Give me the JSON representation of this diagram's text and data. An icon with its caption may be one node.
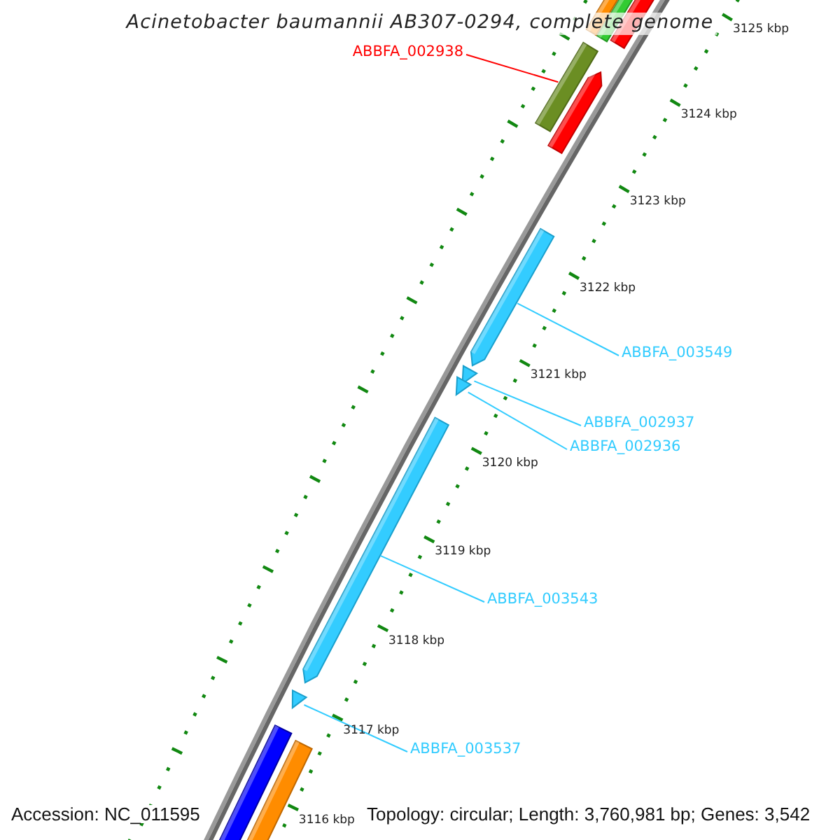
{
  "diagram": {
    "title": "Acinetobacter baumannii AB307-0294, complete genome",
    "nodes": [
      {
        "text": [
          "ABBFA_002938"
        ]
      },
      {
        "text": [],
        "shape": "bar"
      },
      {
        "text": [
          "ABBFA_003549"
        ]
      },
      {
        "text": [],
        "shape": "bar"
      },
      {
        "text": [
          "ABBFA_002937"
        ]
      },
      {
        "text": [],
        "shape": "bar"
      },
      {
        "text": [
          "ABBFA_002936"
        ]
      },
      {
        "text": [],
        "shape": "bar"
      },
      {
        "text": [
          "ABBFA_003543"
        ]
      },
      {
        "text": [],
        "shape": "bar"
      },
      {
        "text": [
          "ABBFA_003537"
        ]
      },
      {
        "text": [],
        "shape": "bar"
      }
    ],
    "edges": [
      {
        "from": 0,
        "to": 1,
        "arrow": "none",
        "color": "#ff0000"
      },
      {
        "from": 2,
        "to": 3,
        "arrow": "none"
      },
      {
        "from": 4,
        "to": 5,
        "arrow": "none"
      },
      {
        "from": 6,
        "to": 7,
        "arrow": "none"
      },
      {
        "from": 8,
        "to": 9,
        "arrow": "none"
      },
      {
        "from": 10,
        "to": 11,
        "arrow": "none"
      }
    ],
    "labels": [
      "3125 kbp",
      "3124 kbp",
      "3123 kbp",
      "3122 kbp",
      "3121 kbp",
      "3120 kbp",
      "3119 kbp",
      "3118 kbp",
      "3117 kbp",
      "3116 kbp",
      "Accession: NC_011595",
      "Topology: circular; Length: 3,760,981 bp; Genes: 3,542"
    ]
  }
}
